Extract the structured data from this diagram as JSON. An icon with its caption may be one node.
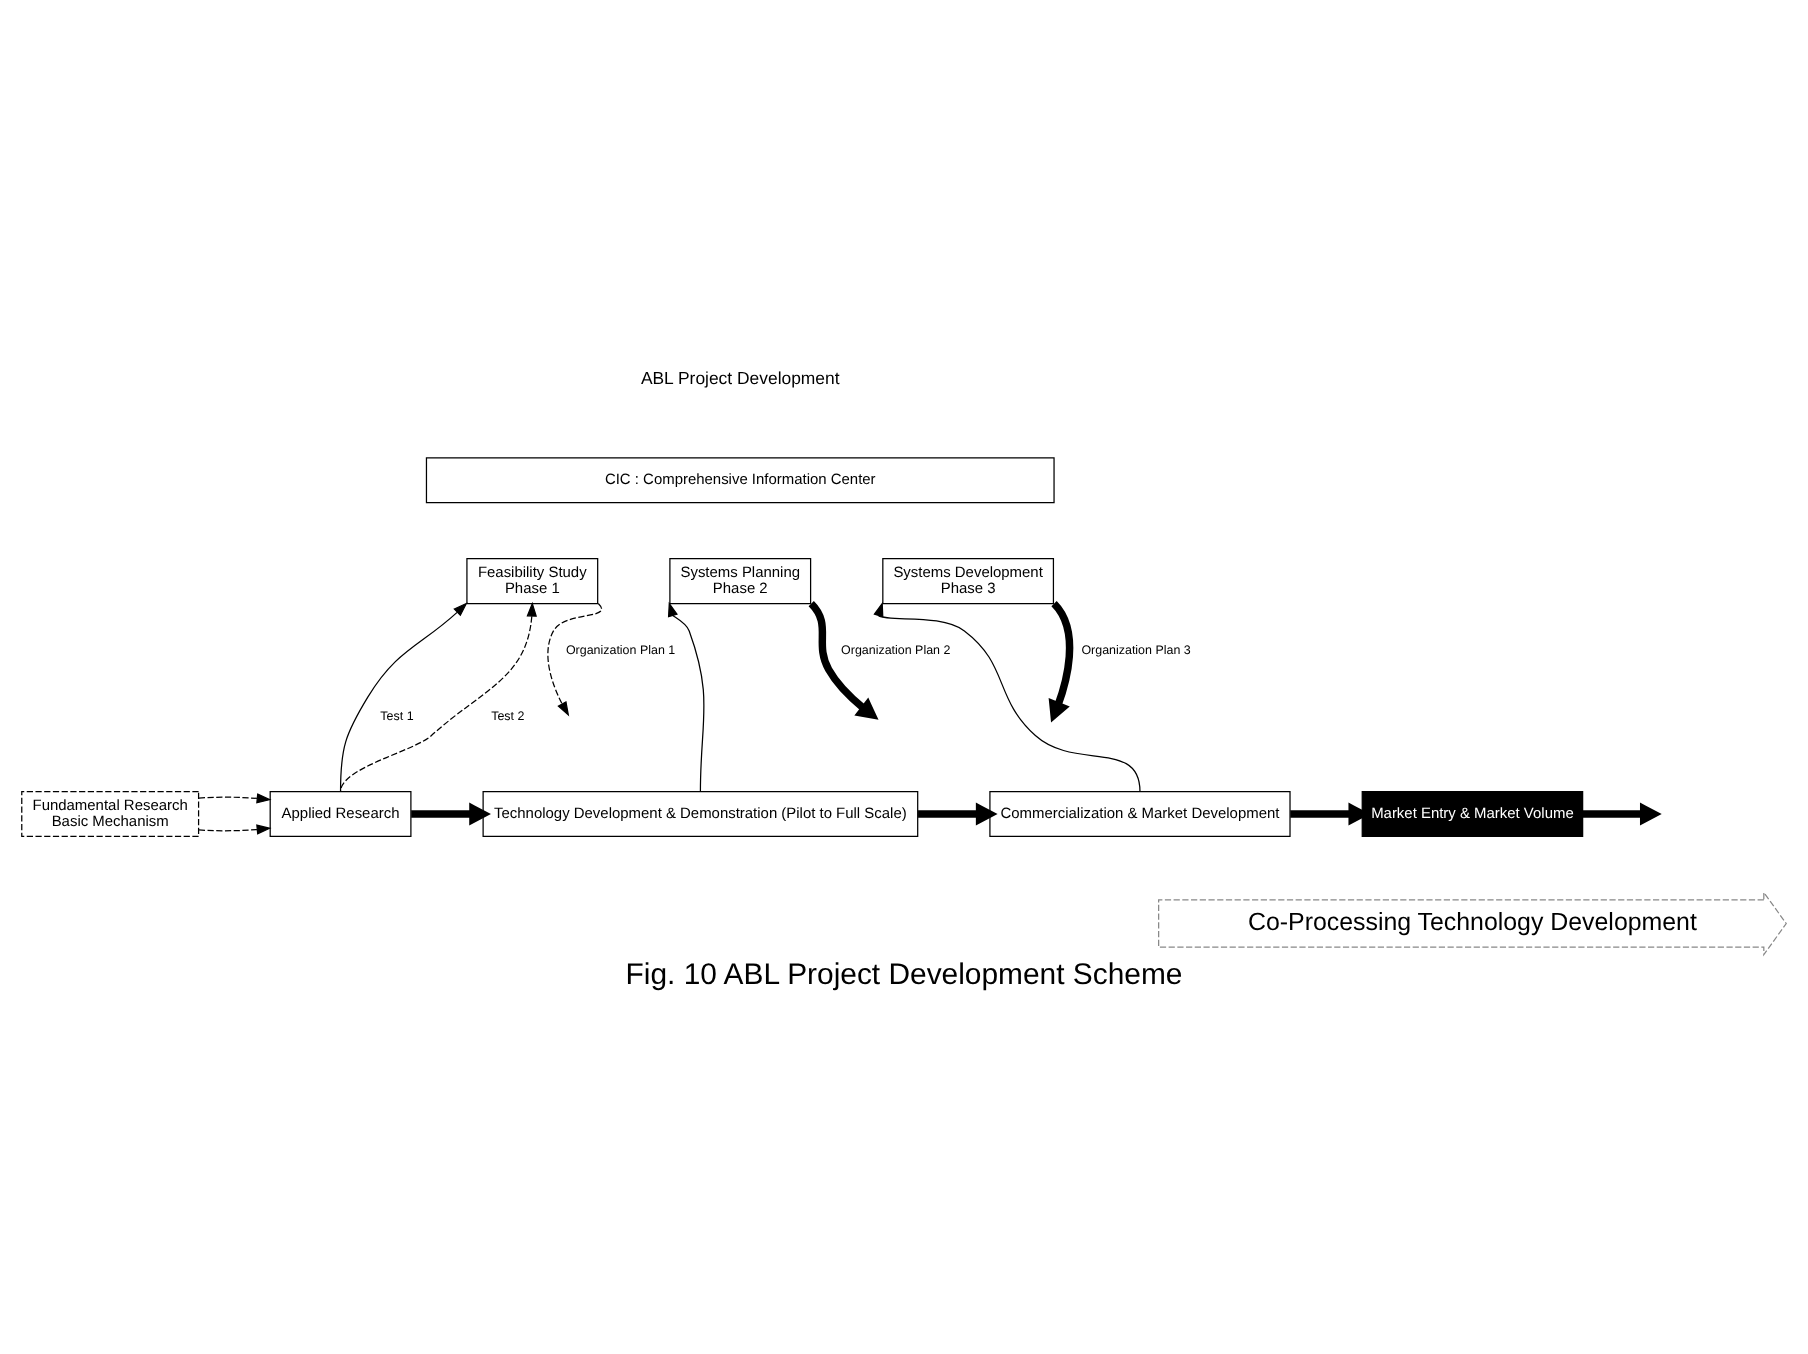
{
  "diagram": {
    "title": "ABL Project Development",
    "caption": "Fig. 10 ABL Project Development Scheme",
    "nodes": [
      {
        "text": [
          "CIC : Comprehensive Information Center"
        ]
      },
      {
        "text": [
          "Feasibility Study",
          "Phase 1"
        ]
      },
      {
        "text": [
          "Systems Planning",
          "Phase 2"
        ]
      },
      {
        "text": [
          "Systems Development",
          "Phase 3"
        ]
      },
      {
        "text": [
          "Fundamental Research",
          "Basic Mechanism"
        ]
      },
      {
        "text": [
          "Applied Research"
        ]
      },
      {
        "text": [
          "Technology Development & Demonstration (Pilot to Full Scale)"
        ]
      },
      {
        "text": [
          "Commercialization & Market Development"
        ]
      },
      {
        "text": [
          "Market Entry & Market Volume"
        ]
      },
      {
        "text": [
          "Co-Processing Technology Development"
        ]
      }
    ],
    "edges": [
      {
        "from": 4,
        "to": 5,
        "arrow": "to",
        "style": "dashed"
      },
      {
        "from": 4,
        "to": 5,
        "arrow": "to",
        "style": "dashed"
      },
      {
        "from": 5,
        "to": 6,
        "arrow": "to",
        "style": "thick"
      },
      {
        "from": 6,
        "to": 7,
        "arrow": "to",
        "style": "thick"
      },
      {
        "from": 7,
        "to": 8,
        "arrow": "to",
        "style": "thick"
      },
      {
        "from": 8,
        "to": null,
        "arrow": "to",
        "style": "thick"
      },
      {
        "from": 5,
        "to": 1,
        "arrow": "to",
        "label": "Test 1"
      },
      {
        "from": 5,
        "to": 1,
        "arrow": "to",
        "label": "Test 2",
        "style": "dashed"
      },
      {
        "from": 1,
        "to": null,
        "arrow": "to",
        "label": "Organization Plan 1",
        "style": "dashed"
      },
      {
        "from": 6,
        "to": 2,
        "arrow": "to"
      },
      {
        "from": 2,
        "to": null,
        "arrow": "to",
        "label": "Organization Plan 2",
        "style": "thick"
      },
      {
        "from": 7,
        "to": 3,
        "arrow": "to"
      },
      {
        "from": 3,
        "to": null,
        "arrow": "to",
        "label": "Organization Plan 3",
        "style": "thick"
      }
    ]
  }
}
